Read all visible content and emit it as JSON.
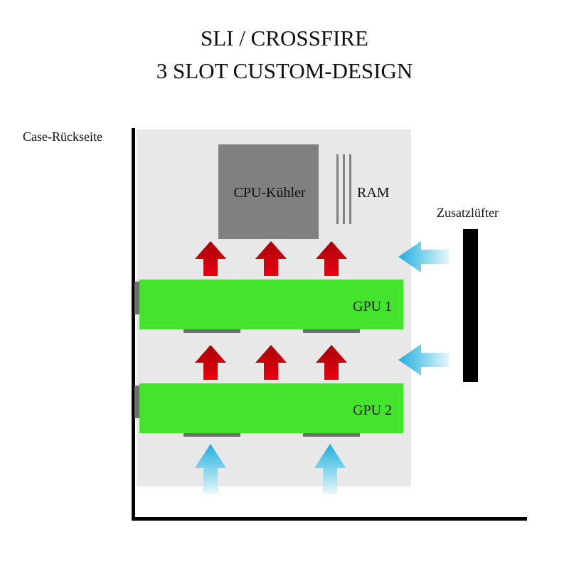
{
  "title": {
    "line1": "SLI / CROSSFIRE",
    "line2": "3 SLOT CUSTOM-DESIGN"
  },
  "labels": {
    "case_back": "Case-Rückseite",
    "cpu_cooler": "CPU-Kühler",
    "ram": "RAM",
    "extra_fan": "Zusatzlüfter",
    "gpu1": "GPU 1",
    "gpu2": "GPU 2"
  },
  "colors": {
    "gpu": "#44e42c",
    "case_area": "#e8e8e8",
    "cpu": "#808080",
    "hot_arrow": "#c0000c",
    "cool_arrow": "#30b4e0",
    "fan": "#000000"
  }
}
